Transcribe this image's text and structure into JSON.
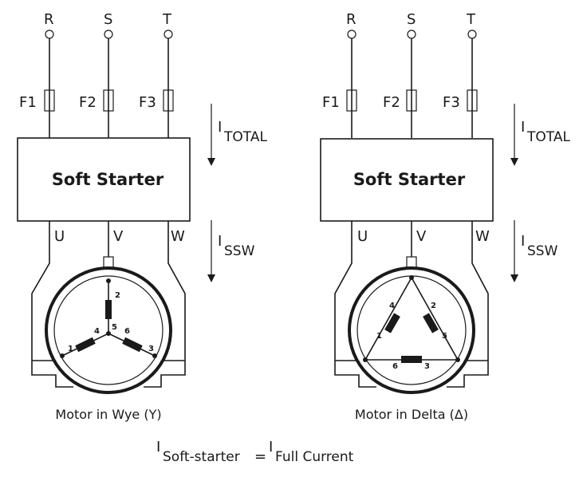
{
  "phases": [
    "R",
    "S",
    "T"
  ],
  "fuses": [
    "F1",
    "F2",
    "F3"
  ],
  "outputs": [
    "U",
    "V",
    "W"
  ],
  "box_label": "Soft Starter",
  "i_total": {
    "i": "I",
    "sub": "TOTAL"
  },
  "i_ssw": {
    "i": "I",
    "sub": "SSW"
  },
  "left_caption": "Motor in Wye (Y)",
  "right_caption": "Motor in Delta (Δ)",
  "wye_terminals": [
    "1",
    "2",
    "3",
    "4",
    "5",
    "6"
  ],
  "delta_terminals": [
    "1",
    "2",
    "3",
    "4",
    "5",
    "6"
  ],
  "formula": {
    "i1": "I",
    "sub1": "Soft-starter",
    "eq": "=",
    "i2": "I",
    "sub2": "Full Current"
  }
}
